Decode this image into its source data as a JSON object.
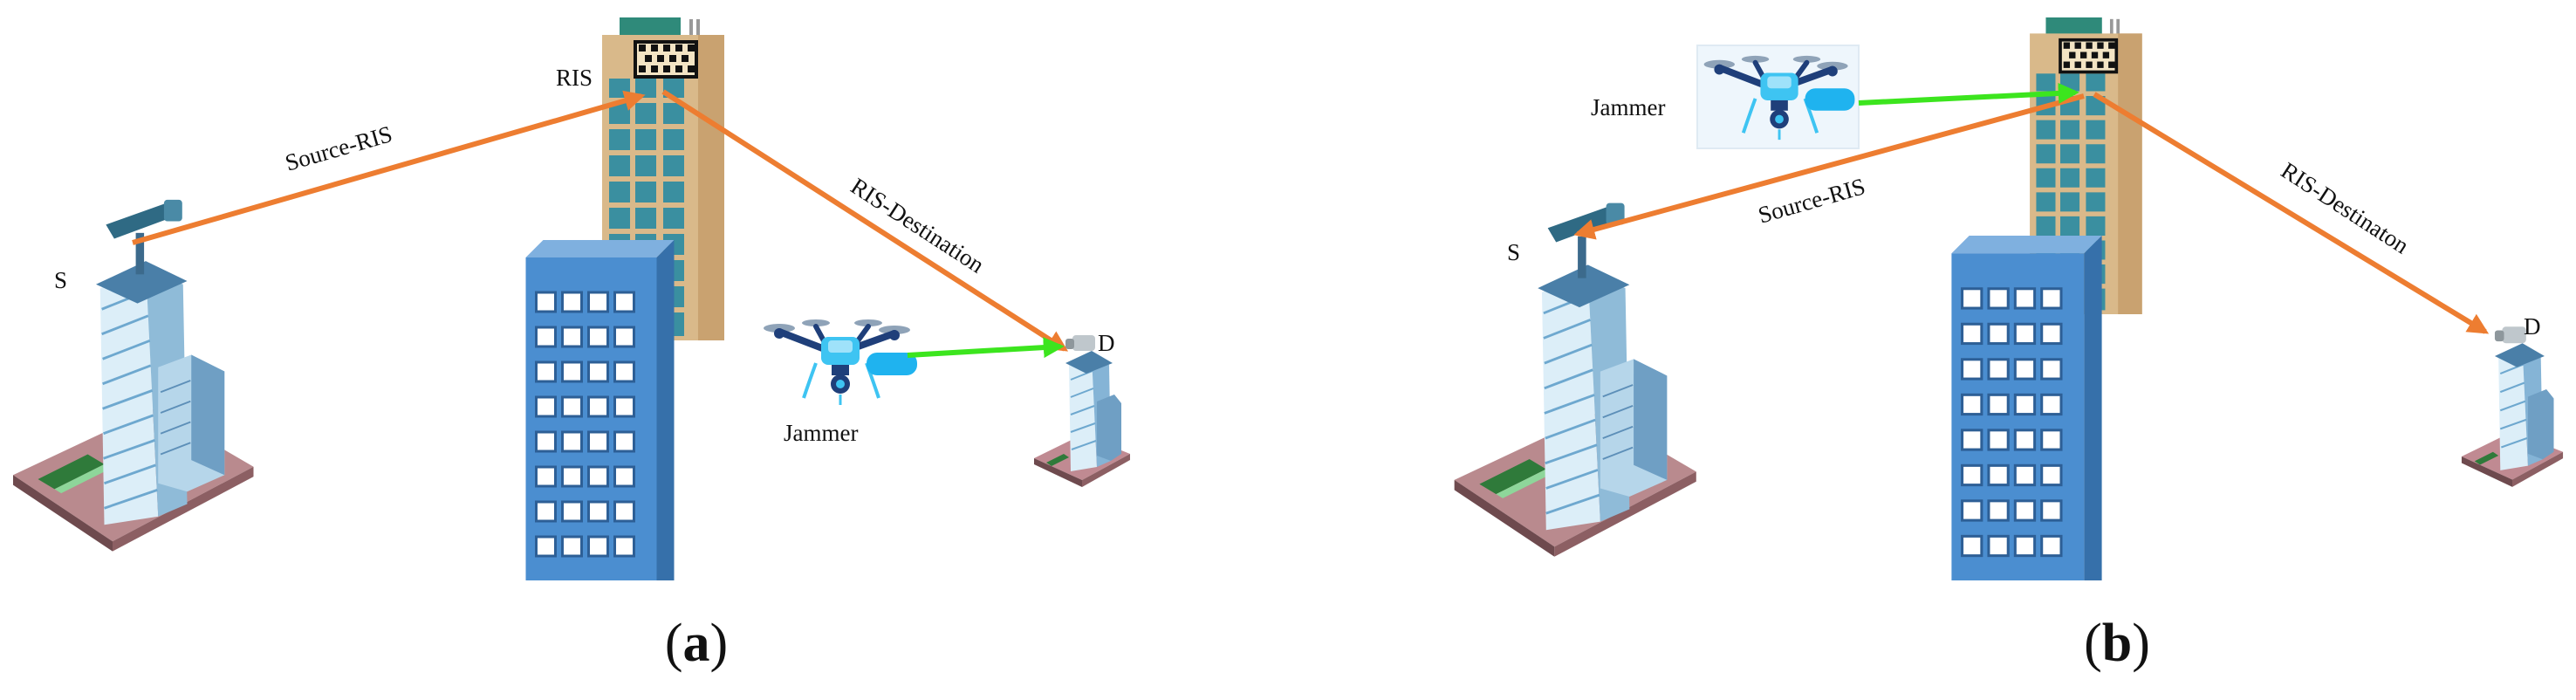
{
  "panel_a": {
    "caption_open": "(",
    "caption_letter": "a",
    "caption_close": ")",
    "ris_label": "RIS",
    "source_label": "S",
    "dest_label": "D",
    "jammer_label": "Jammer",
    "link_source_ris": "Source-RIS",
    "link_ris_dest": "RIS-Destination"
  },
  "panel_b": {
    "caption_open": "(",
    "caption_letter": "b",
    "caption_close": ")",
    "source_label": "S",
    "dest_label": "D",
    "jammer_label": "Jammer",
    "link_source_ris": "Source-RIS",
    "link_ris_dest": "RIS-Destinaton"
  },
  "colors": {
    "main_link": "#ED7D31",
    "jam_link": "#3CE51E",
    "tower_blue": "#4B8ED0",
    "tower_tan": "#D9B98A",
    "drone_cyan": "#3EC4F2"
  }
}
